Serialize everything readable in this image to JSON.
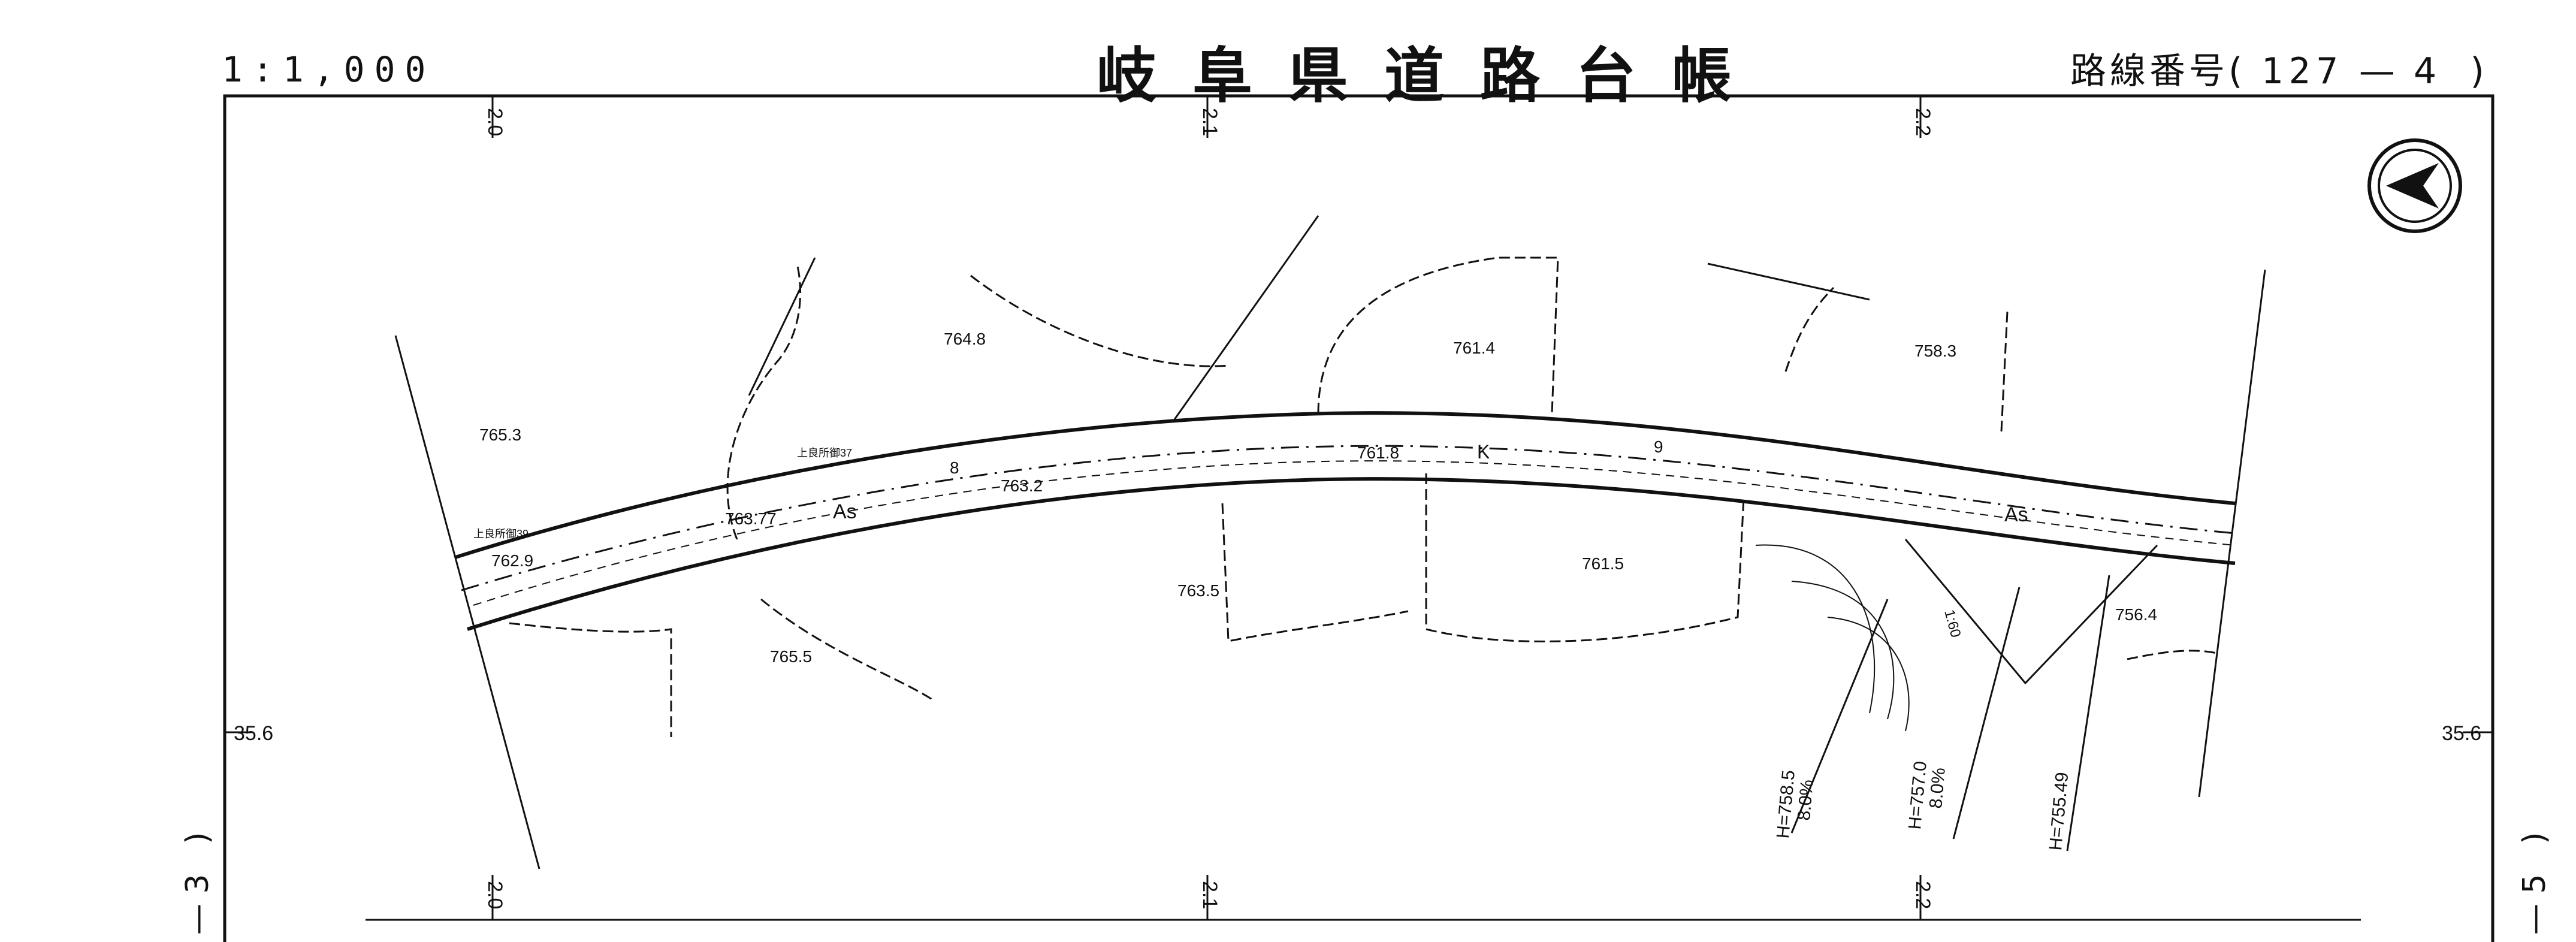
{
  "header": {
    "scale": "1:1,000",
    "title": "岐阜県道路台帳",
    "route_label": "路線番号",
    "route_number": "127",
    "route_sheet": "4"
  },
  "grid": {
    "top_ticks": [
      "2.0",
      "2.1",
      "2.2"
    ],
    "bottom_ticks": [
      "2.0",
      "2.1",
      "2.2"
    ],
    "left_tick": "35.6",
    "right_tick": "35.6"
  },
  "elevations": [
    "765.3",
    "764.8",
    "761.4",
    "758.3",
    "763.77",
    "763.2",
    "762.9",
    "761.8",
    "761.5",
    "763.5",
    "765.5",
    "756.4"
  ],
  "labels": {
    "as_left": "As",
    "as_right": "As",
    "k_mark": "K",
    "num_8": "8",
    "num_9": "9",
    "facility_1": "上良所御37",
    "facility_2": "上良所御39"
  },
  "slopes": [
    {
      "h": "H=758.5",
      "grade": "8.0%"
    },
    {
      "h": "H=757.0",
      "grade": "8.0%"
    },
    {
      "h": "H=755.49",
      "grade": ""
    }
  ],
  "curve_label": "1:60",
  "sheet_refs": {
    "left": "3",
    "right": "5"
  },
  "icons": {
    "north": "north-arrow-icon"
  }
}
